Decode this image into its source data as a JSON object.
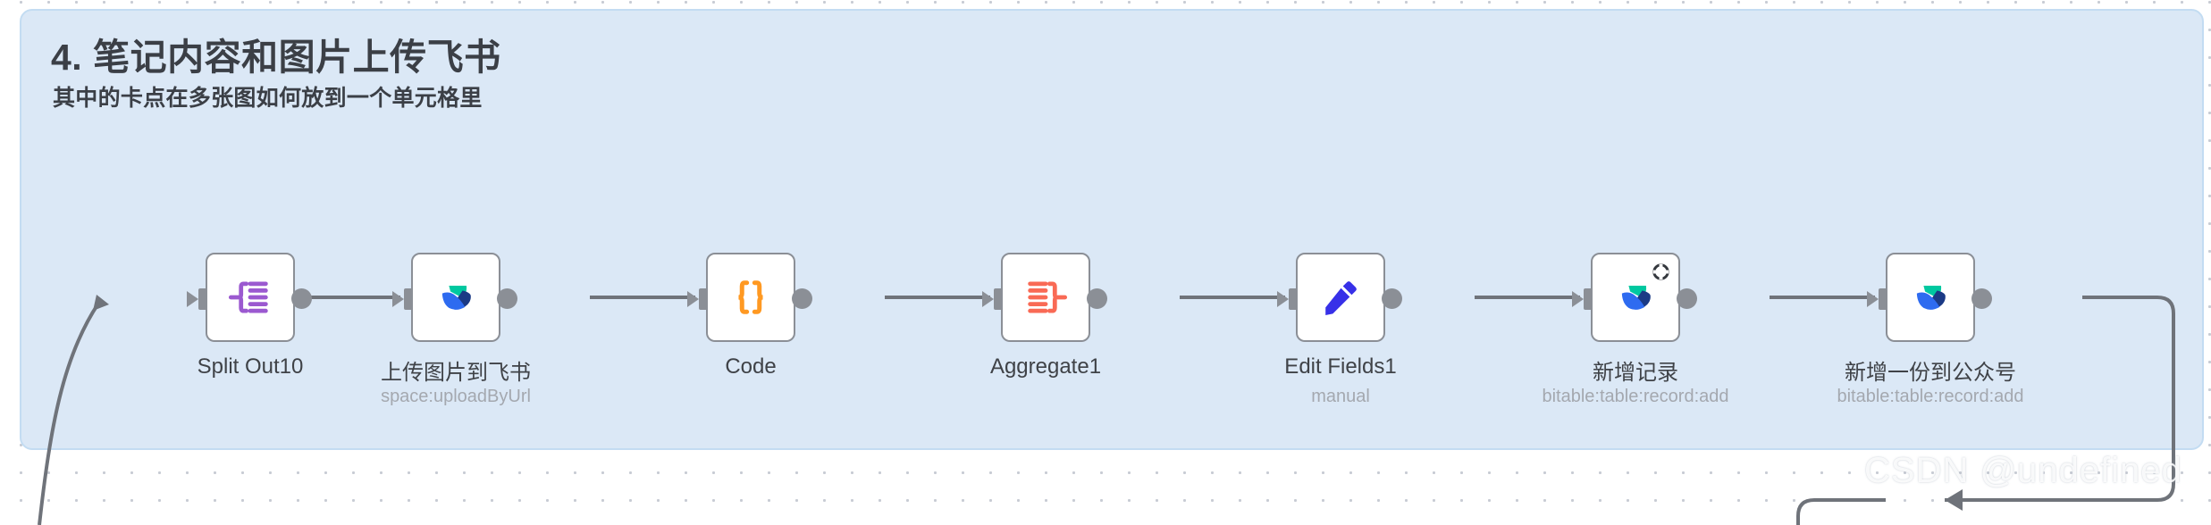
{
  "canvas": {
    "background_color": "#ffffff",
    "grid_dot_color": "#c8ccd4"
  },
  "sticky_note": {
    "title": "4. 笔记内容和图片上传飞书",
    "subtitle": "其中的卡点在多张图如何放到一个单元格里",
    "fill_color": "#dbe8f6",
    "border_color": "#c3dcf2"
  },
  "workflow": {
    "nodes": [
      {
        "id": "split-out-10",
        "label": "Split Out10",
        "sublabel": "",
        "icon": "split-out-icon",
        "icon_color": "#9b59d0",
        "has_spinner": false,
        "has_input_port": true,
        "has_output_port": true
      },
      {
        "id": "upload-image-to-feishu",
        "label": "上传图片到飞书",
        "sublabel": "space:uploadByUrl",
        "icon": "feishu-lark-icon",
        "icon_color": "#2e6bf0",
        "has_spinner": false,
        "has_input_port": true,
        "has_output_port": true
      },
      {
        "id": "code",
        "label": "Code",
        "sublabel": "",
        "icon": "curly-braces-icon",
        "icon_color": "#ff9922",
        "has_spinner": false,
        "has_input_port": true,
        "has_output_port": true
      },
      {
        "id": "aggregate-1",
        "label": "Aggregate1",
        "sublabel": "",
        "icon": "aggregate-icon",
        "icon_color": "#f96a55",
        "has_spinner": false,
        "has_input_port": true,
        "has_output_port": true
      },
      {
        "id": "edit-fields-1",
        "label": "Edit Fields1",
        "sublabel": "manual",
        "icon": "pencil-icon",
        "icon_color": "#3730e8",
        "has_spinner": false,
        "has_input_port": true,
        "has_output_port": true
      },
      {
        "id": "add-record",
        "label": "新增记录",
        "sublabel": "bitable:table:record:add",
        "icon": "feishu-lark-icon",
        "icon_color": "#2e6bf0",
        "has_spinner": true,
        "has_input_port": true,
        "has_output_port": true
      },
      {
        "id": "add-one-to-official-account",
        "label": "新增一份到公众号",
        "sublabel": "bitable:table:record:add",
        "icon": "feishu-lark-icon",
        "icon_color": "#2e6bf0",
        "has_spinner": false,
        "has_input_port": true,
        "has_output_port": true
      }
    ],
    "connection_color": "#6f737a"
  },
  "watermark": {
    "text": "CSDN @undefined"
  }
}
